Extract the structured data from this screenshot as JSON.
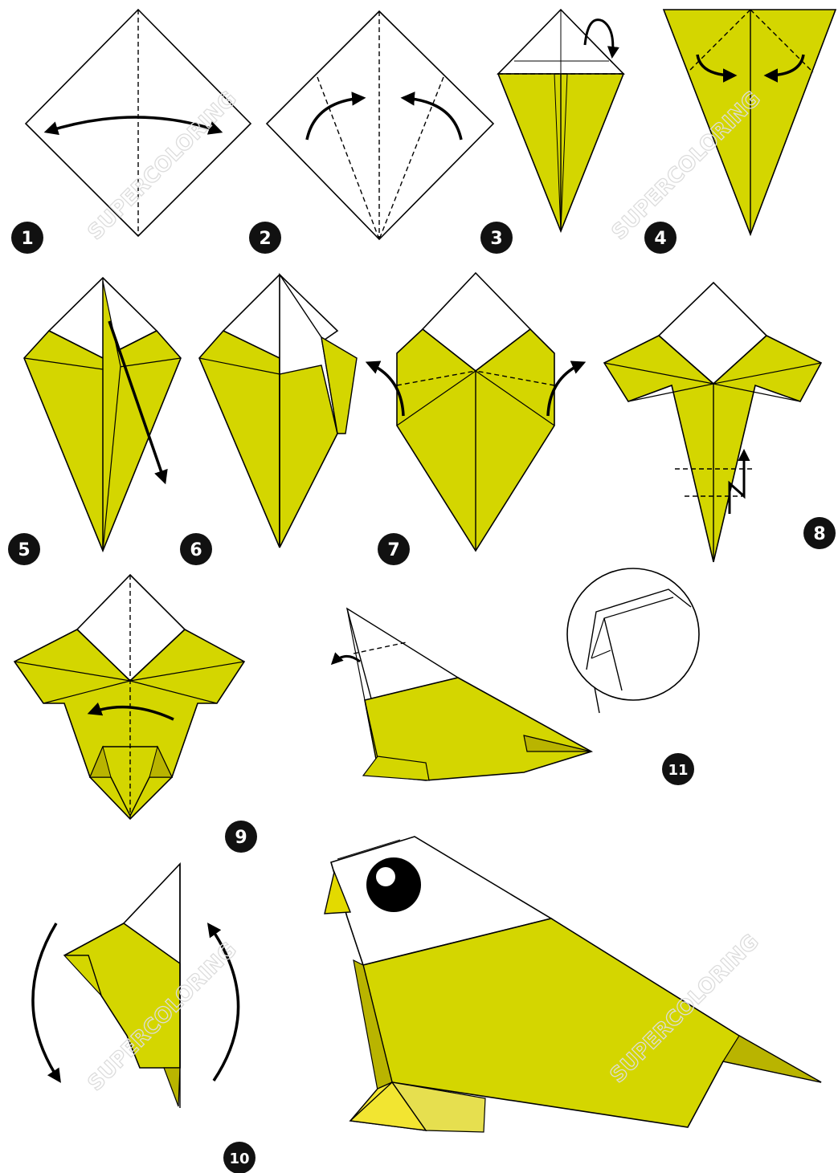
{
  "steps": [
    {
      "label": "1"
    },
    {
      "label": "2"
    },
    {
      "label": "3"
    },
    {
      "label": "4"
    },
    {
      "label": "5"
    },
    {
      "label": "6"
    },
    {
      "label": "7"
    },
    {
      "label": "8"
    },
    {
      "label": "9"
    },
    {
      "label": "10"
    },
    {
      "label": "11"
    }
  ],
  "watermark": "SUPERCOLORING",
  "colors": {
    "paper_front": "#d4d600",
    "paper_back": "#ffffff",
    "paper_shade": "#b9b400",
    "feet": "#f2e531",
    "feet_light": "#e6df4f",
    "outline": "#000000",
    "badge": "#111111",
    "badge_text": "#ffffff"
  }
}
